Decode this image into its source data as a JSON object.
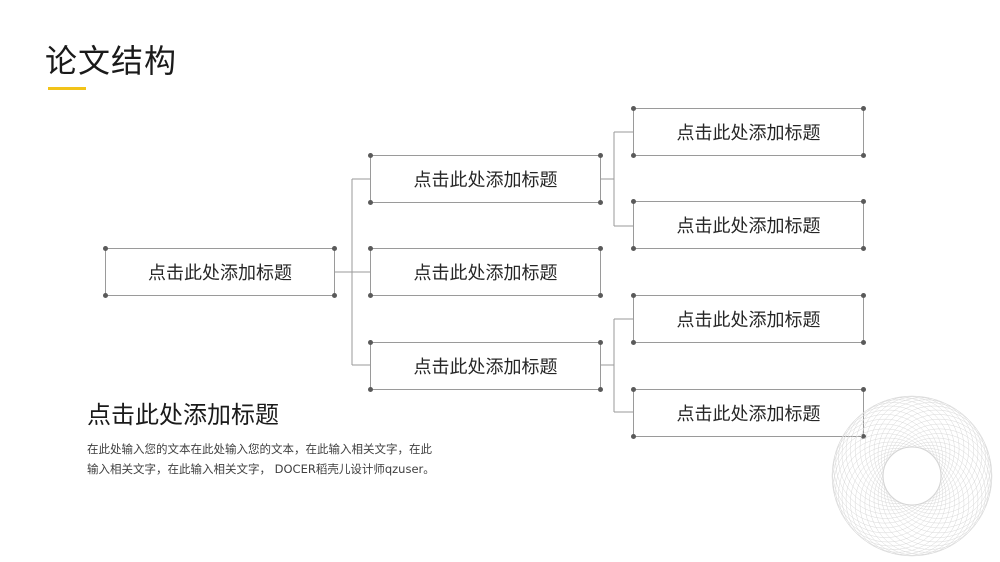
{
  "slide": {
    "title": "论文结构",
    "accent_color": "#f2c318"
  },
  "tree": {
    "root": {
      "label": "点击此处添加标题"
    },
    "level2": [
      {
        "label": "点击此处添加标题"
      },
      {
        "label": "点击此处添加标题"
      },
      {
        "label": "点击此处添加标题"
      }
    ],
    "level3": [
      {
        "label": "点击此处添加标题"
      },
      {
        "label": "点击此处添加标题"
      },
      {
        "label": "点击此处添加标题"
      },
      {
        "label": "点击此处添加标题"
      }
    ],
    "line_color": "#9a9a9a"
  },
  "summary": {
    "title": "点击此处添加标题",
    "body_line1": "在此处输入您的文本在此处输入您的文本，在此输入相关文字，在此",
    "body_line2": "输入相关文字，在此输入相关文字， DOCER稻壳儿设计师qzuser。"
  },
  "decoration": {
    "icon": "spirograph-circle-icon"
  }
}
